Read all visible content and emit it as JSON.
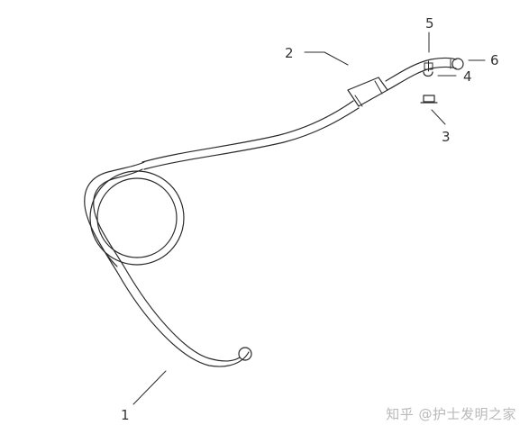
{
  "labels": {
    "one": "1",
    "two": "2",
    "three": "3",
    "four": "4",
    "five": "5",
    "six": "6"
  },
  "watermark": "知乎 @护士发明之家",
  "colors": {
    "line": "#2b2b2b",
    "label": "#333333",
    "watermark": "#b9b9b9",
    "background": "#ffffff"
  }
}
